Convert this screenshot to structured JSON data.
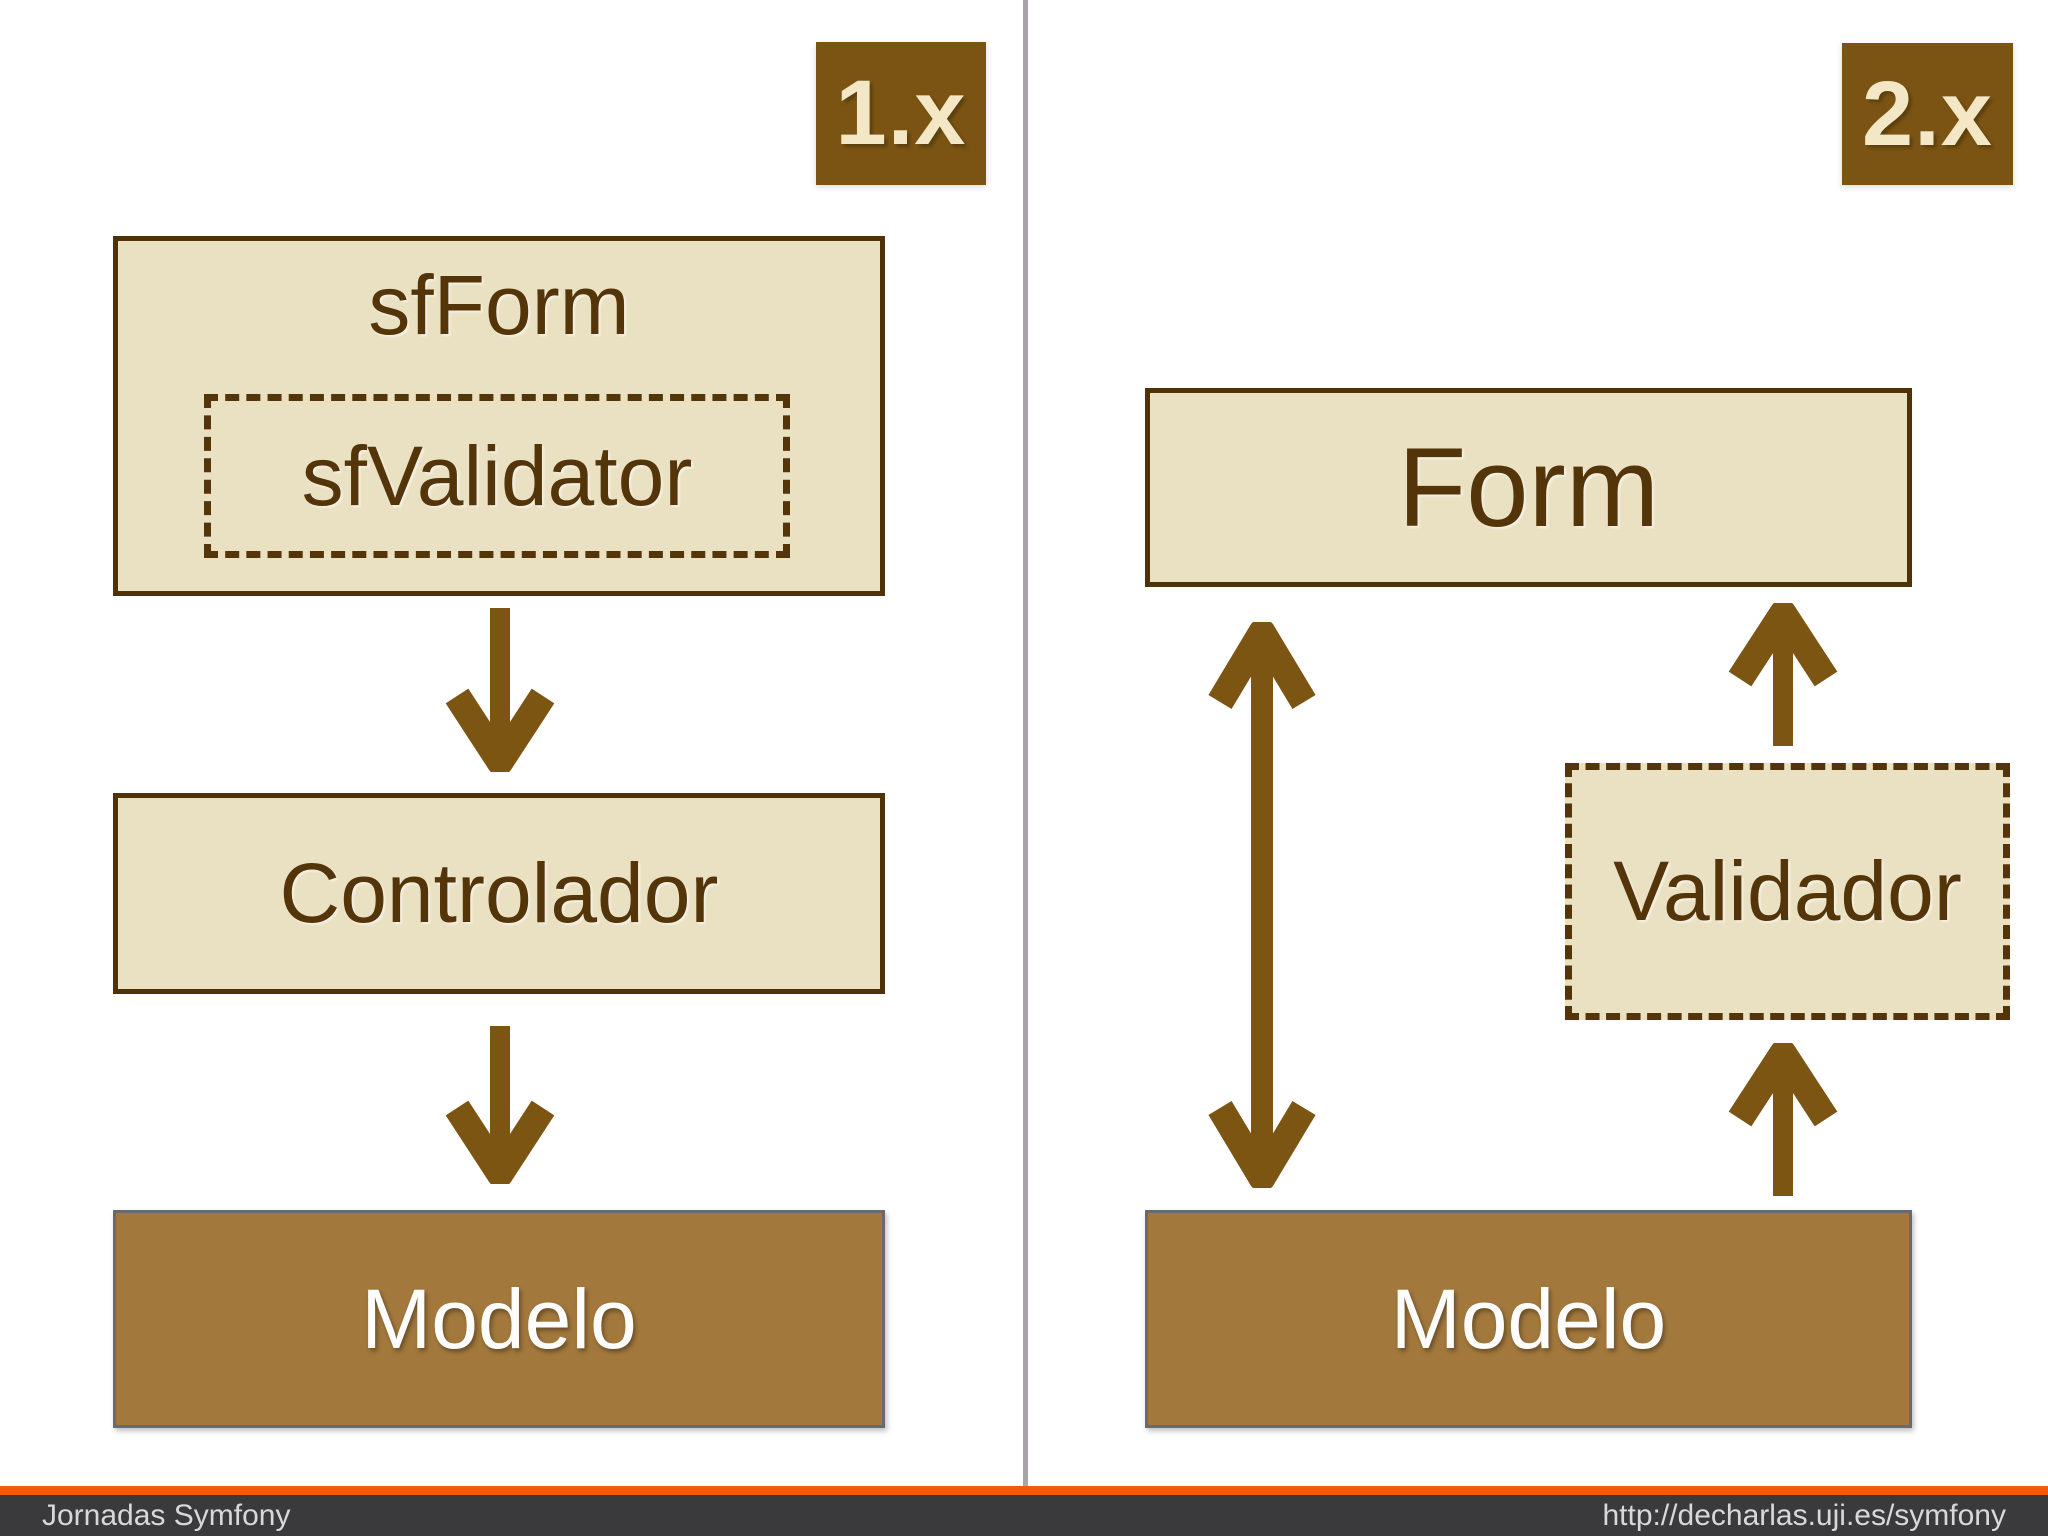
{
  "slide": {
    "type": "architecture-comparison-diagram",
    "panels": {
      "left": {
        "badge": "1.x",
        "form": "sfForm",
        "validator": "sfValidator",
        "controller": "Controlador",
        "model": "Modelo"
      },
      "right": {
        "badge": "2.x",
        "form": "Form",
        "validator": "Validador",
        "model": "Modelo"
      }
    },
    "connectors": {
      "left": [
        "sfForm->Controlador (down arrow)",
        "Controlador->Modelo (down arrow)"
      ],
      "right": [
        "Form<->Modelo (double arrow)",
        "Validador->Form (up arrow)",
        "Modelo->Validador (up arrow)"
      ]
    }
  },
  "footer": {
    "left": "Jornadas Symfony",
    "right": "http://decharlas.uji.es/symfony"
  },
  "colors": {
    "box_fill_tan": "#eae0c2",
    "box_border_dark_brown": "#503208",
    "text_dark_brown": "#54350a",
    "arrow_brown": "#7c5513",
    "badge_brown": "#7b5413",
    "badge_text_cream": "#f3e7c6",
    "model_fill_brown": "#a2783c",
    "model_border_gray": "#696970",
    "divider_gray": "#a7a4a8",
    "accent_orange": "#f15b0b",
    "footer_background": "#3a3a3c",
    "footer_text": "#d8d8d8"
  }
}
